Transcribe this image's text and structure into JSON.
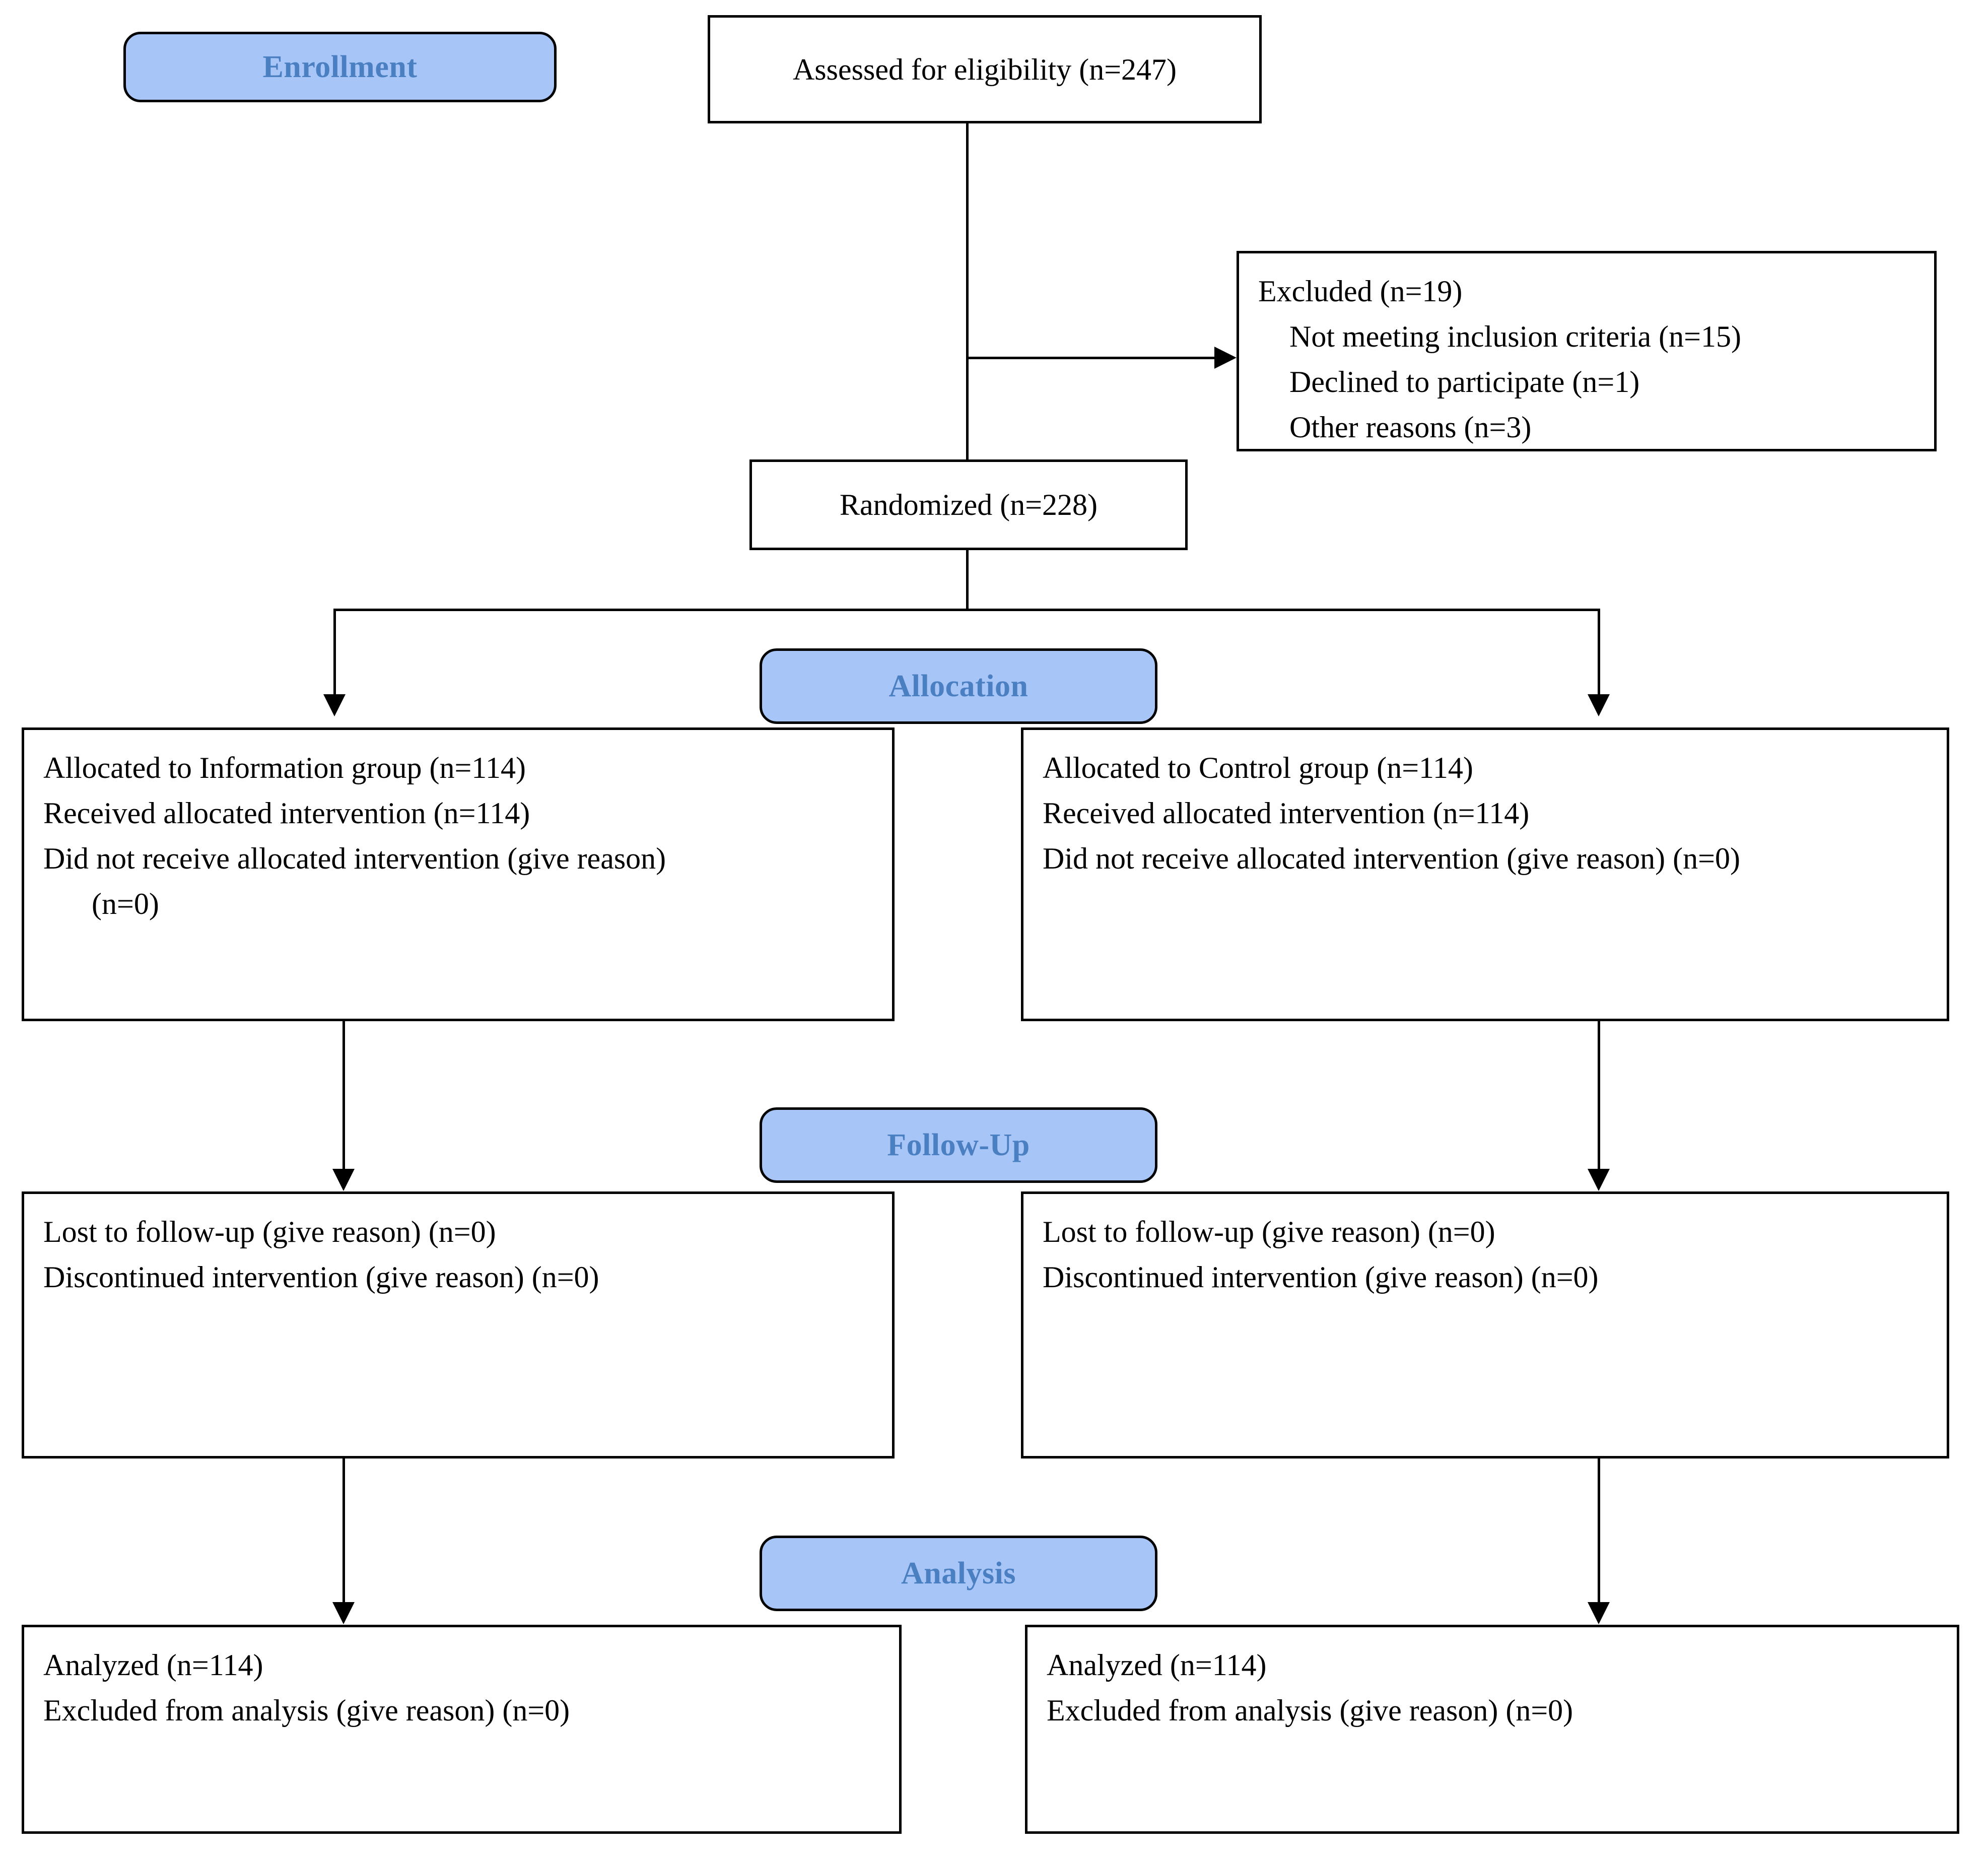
{
  "diagram": {
    "title": "CONSORT participant flow diagram",
    "accent_color": "#a8c5f7",
    "badge_text_color": "#4a7fc1",
    "line_color": "#000000"
  },
  "stages": {
    "enrollment": "Enrollment",
    "allocation": "Allocation",
    "followup": "Follow-Up",
    "analysis": "Analysis"
  },
  "enrollment": {
    "assessed": "Assessed for eligibility (n=247)",
    "randomized": "Randomized (n=228)",
    "excluded": {
      "heading": "Excluded (n=19)",
      "reasons": [
        "Not meeting inclusion criteria (n=15)",
        "Declined to participate (n=1)",
        "Other reasons (n=3)"
      ]
    }
  },
  "allocation": {
    "left": {
      "line1": "Allocated to Information group (n=114)",
      "line2": "Received allocated intervention (n=114)",
      "line3": "Did not receive allocated intervention (give reason)",
      "line4": "(n=0)"
    },
    "right": {
      "line1": "Allocated to Control group (n=114)",
      "line2": "Received allocated intervention (n=114)",
      "line3": "Did not receive allocated intervention (give reason) (n=0)"
    }
  },
  "followup": {
    "left": {
      "line1": "Lost to follow-up (give reason) (n=0)",
      "line2": "Discontinued intervention (give reason) (n=0)"
    },
    "right": {
      "line1": "Lost to follow-up (give reason) (n=0)",
      "line2": "Discontinued intervention (give reason) (n=0)"
    }
  },
  "analysis": {
    "left": {
      "line1": "Analyzed (n=114)",
      "line2": "Excluded from analysis (give reason) (n=0)"
    },
    "right": {
      "line1": "Analyzed (n=114)",
      "line2": "Excluded from analysis (give reason) (n=0)"
    }
  }
}
